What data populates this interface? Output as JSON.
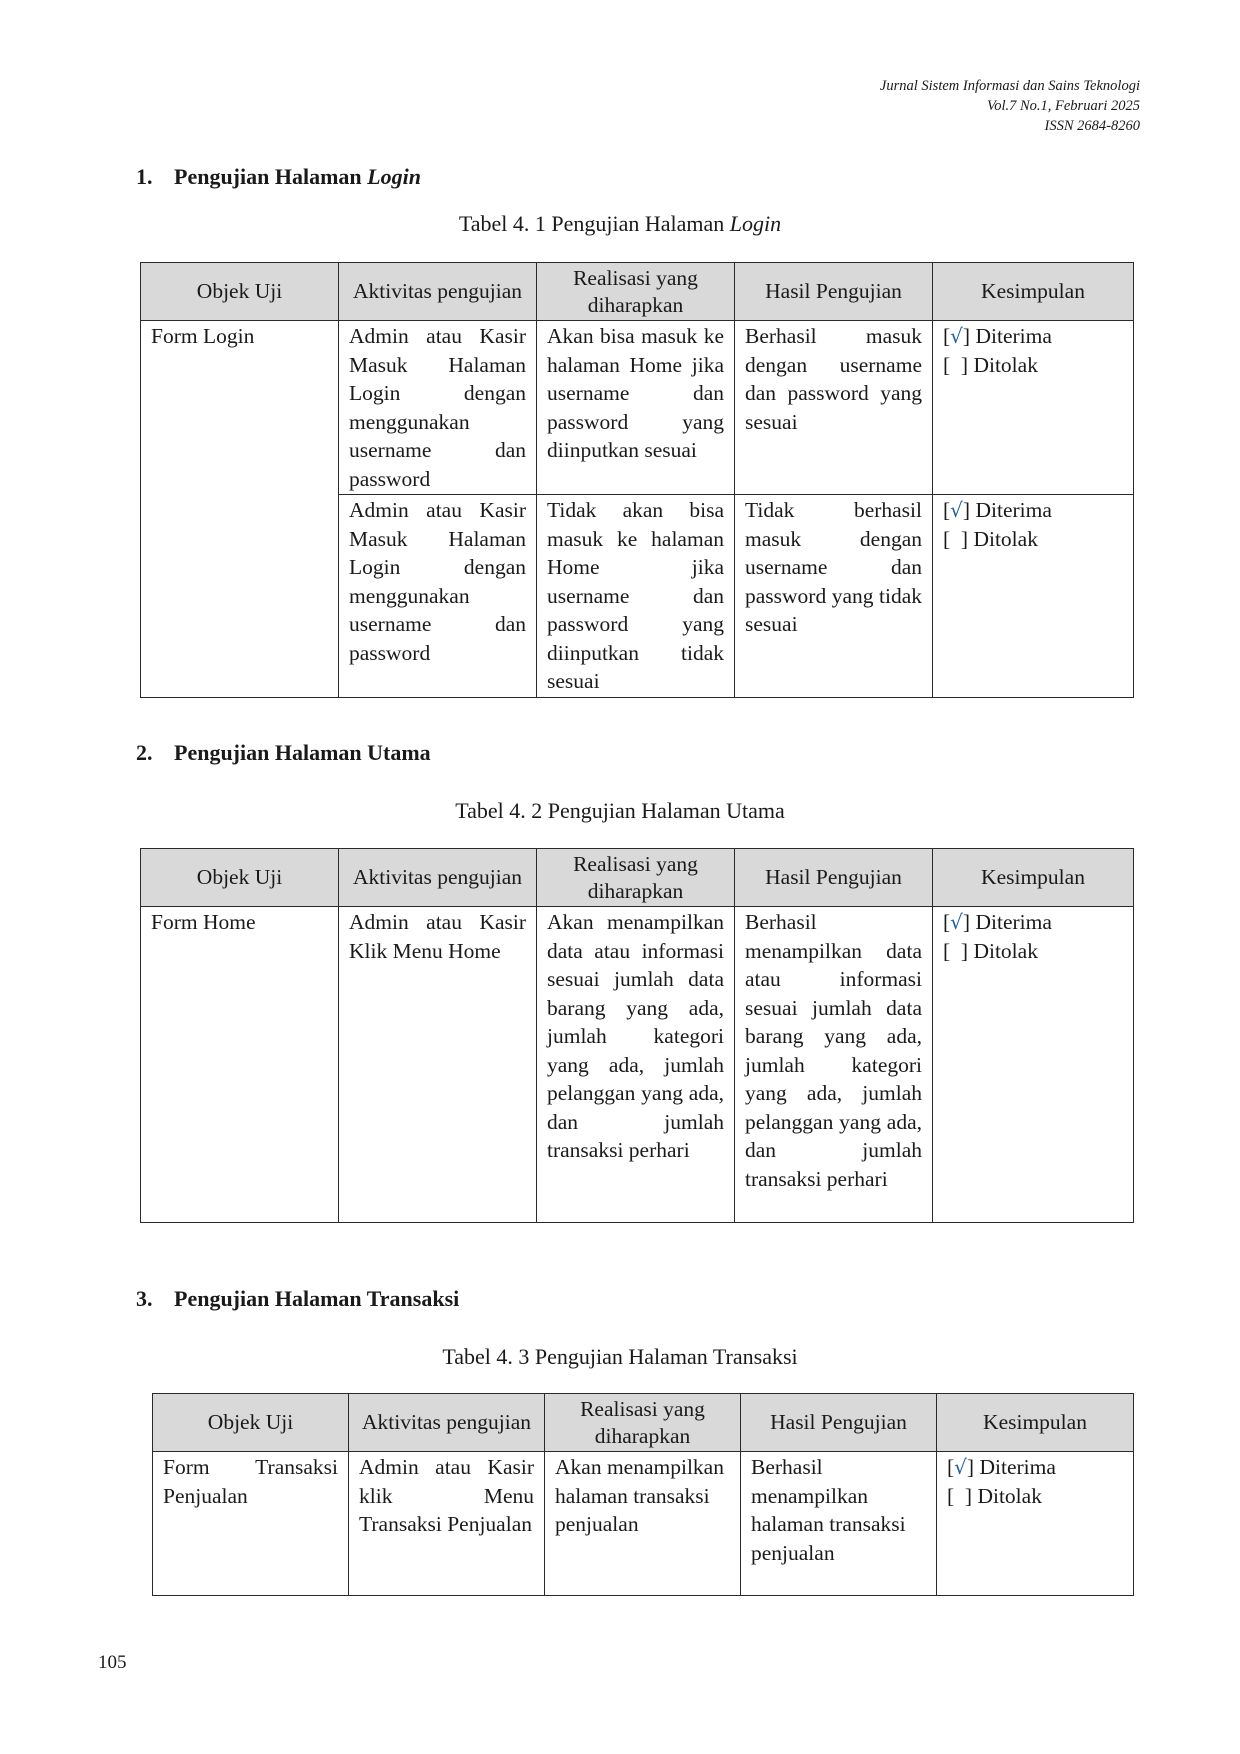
{
  "header": {
    "journal": "Jurnal Sistem Informasi dan Sains Teknologi",
    "volume": "Vol.7 No.1, Februari 2025",
    "issn": "ISSN 2684-8260"
  },
  "columns": [
    "Objek Uji",
    "Aktivitas pengujian",
    "Realisasi yang diharapkan",
    "Hasil Pengujian",
    "Kesimpulan"
  ],
  "conclusion": {
    "tick": "√",
    "accepted": "Diterima",
    "rejected": "Ditolak"
  },
  "sections": [
    {
      "number": "1.",
      "title": "Pengujian Halaman",
      "title_italic": "Login",
      "caption": "Tabel 4. 1 Pengujian Halaman",
      "caption_italic": "Login",
      "object": "Form Login",
      "rows": [
        {
          "activity": "Admin atau Kasir Masuk Halaman Login dengan menggunakan username dan password",
          "expected": "Akan bisa masuk ke halaman Home jika username dan password yang diinputkan sesuai",
          "result": "Berhasil masuk dengan username dan password yang sesuai"
        },
        {
          "activity": "Admin atau Kasir Masuk Halaman Login dengan menggunakan username dan password",
          "expected": "Tidak akan bisa masuk ke halaman Home jika username dan password yang diinputkan tidak sesuai",
          "result": "Tidak berhasil masuk dengan username dan password yang tidak sesuai"
        }
      ]
    },
    {
      "number": "2.",
      "title": "Pengujian Halaman Utama",
      "caption": "Tabel 4. 2 Pengujian Halaman Utama",
      "object": "Form Home",
      "rows": [
        {
          "activity": "Admin atau Kasir Klik Menu Home",
          "expected": "Akan menampilkan data atau informasi sesuai jumlah data barang yang ada, jumlah kategori yang ada, jumlah pelanggan yang ada, dan jumlah transaksi perhari",
          "result": "Berhasil menampilkan data atau informasi sesuai jumlah data barang yang ada, jumlah kategori yang ada, jumlah pelanggan yang ada, dan jumlah transaksi perhari"
        }
      ]
    },
    {
      "number": "3.",
      "title": "Pengujian Halaman Transaksi",
      "caption": "Tabel 4. 3 Pengujian Halaman Transaksi",
      "object": "Form Transaksi Penjualan",
      "rows": [
        {
          "activity": "Admin atau Kasir klik Menu Transaksi Penjualan",
          "expected": "Akan menampilkan halaman transaksi penjualan",
          "result": "Berhasil menampilkan halaman transaksi penjualan"
        }
      ]
    }
  ],
  "page_number": "105"
}
